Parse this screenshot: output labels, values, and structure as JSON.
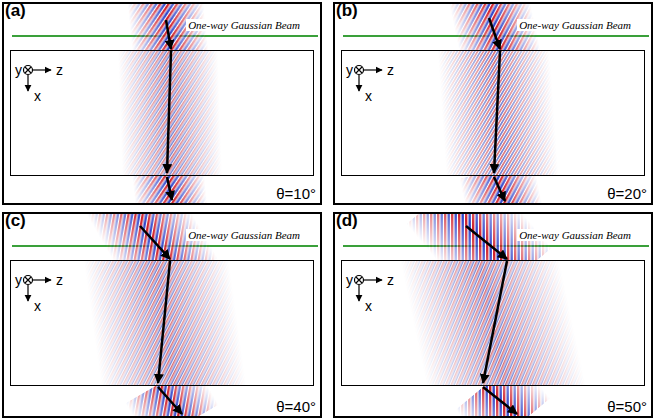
{
  "diagram": {
    "nodes": [
      {
        "text": [
          "(a)",
          "One-way Gaussian Beam",
          "θ=10°"
        ]
      },
      {
        "text": [
          "y",
          "z",
          "x"
        ],
        "in": 0
      },
      {
        "text": [
          "(b)",
          "One-way Gaussian Beam",
          "θ=20°"
        ]
      },
      {
        "text": [
          "y",
          "z",
          "x"
        ],
        "in": 2
      },
      {
        "text": [
          "(c)",
          "One-way Gaussian Beam",
          "θ=40°"
        ]
      },
      {
        "text": [
          "y",
          "z",
          "x"
        ],
        "in": 4
      },
      {
        "text": [
          "(d)",
          "One-way Gaussian Beam",
          "θ=50°"
        ]
      },
      {
        "text": [
          "y",
          "z",
          "x"
        ],
        "in": 6
      }
    ]
  }
}
